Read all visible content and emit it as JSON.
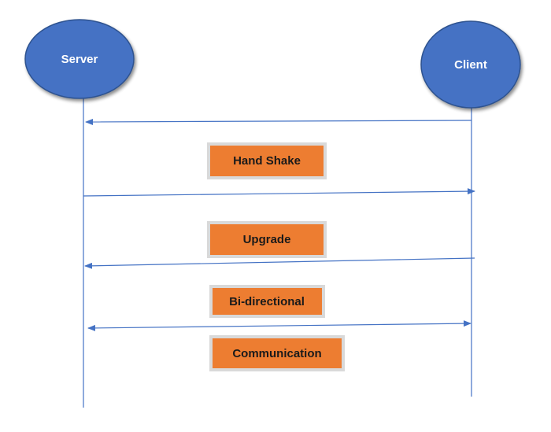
{
  "diagram": {
    "nodes": {
      "server": {
        "label": "Server"
      },
      "client": {
        "label": "Client"
      }
    },
    "messages": [
      {
        "id": "handshake",
        "label": "Hand Shake"
      },
      {
        "id": "upgrade",
        "label": "Upgrade"
      },
      {
        "id": "bidirectional",
        "label": "Bi-directional"
      },
      {
        "id": "communication",
        "label": "Communication"
      }
    ]
  },
  "colors": {
    "node_fill": "#4472c4",
    "node_stroke": "#2f528f",
    "line": "#4472c4",
    "box_fill": "#ed7d31",
    "box_stroke": "#d4d4d4"
  }
}
